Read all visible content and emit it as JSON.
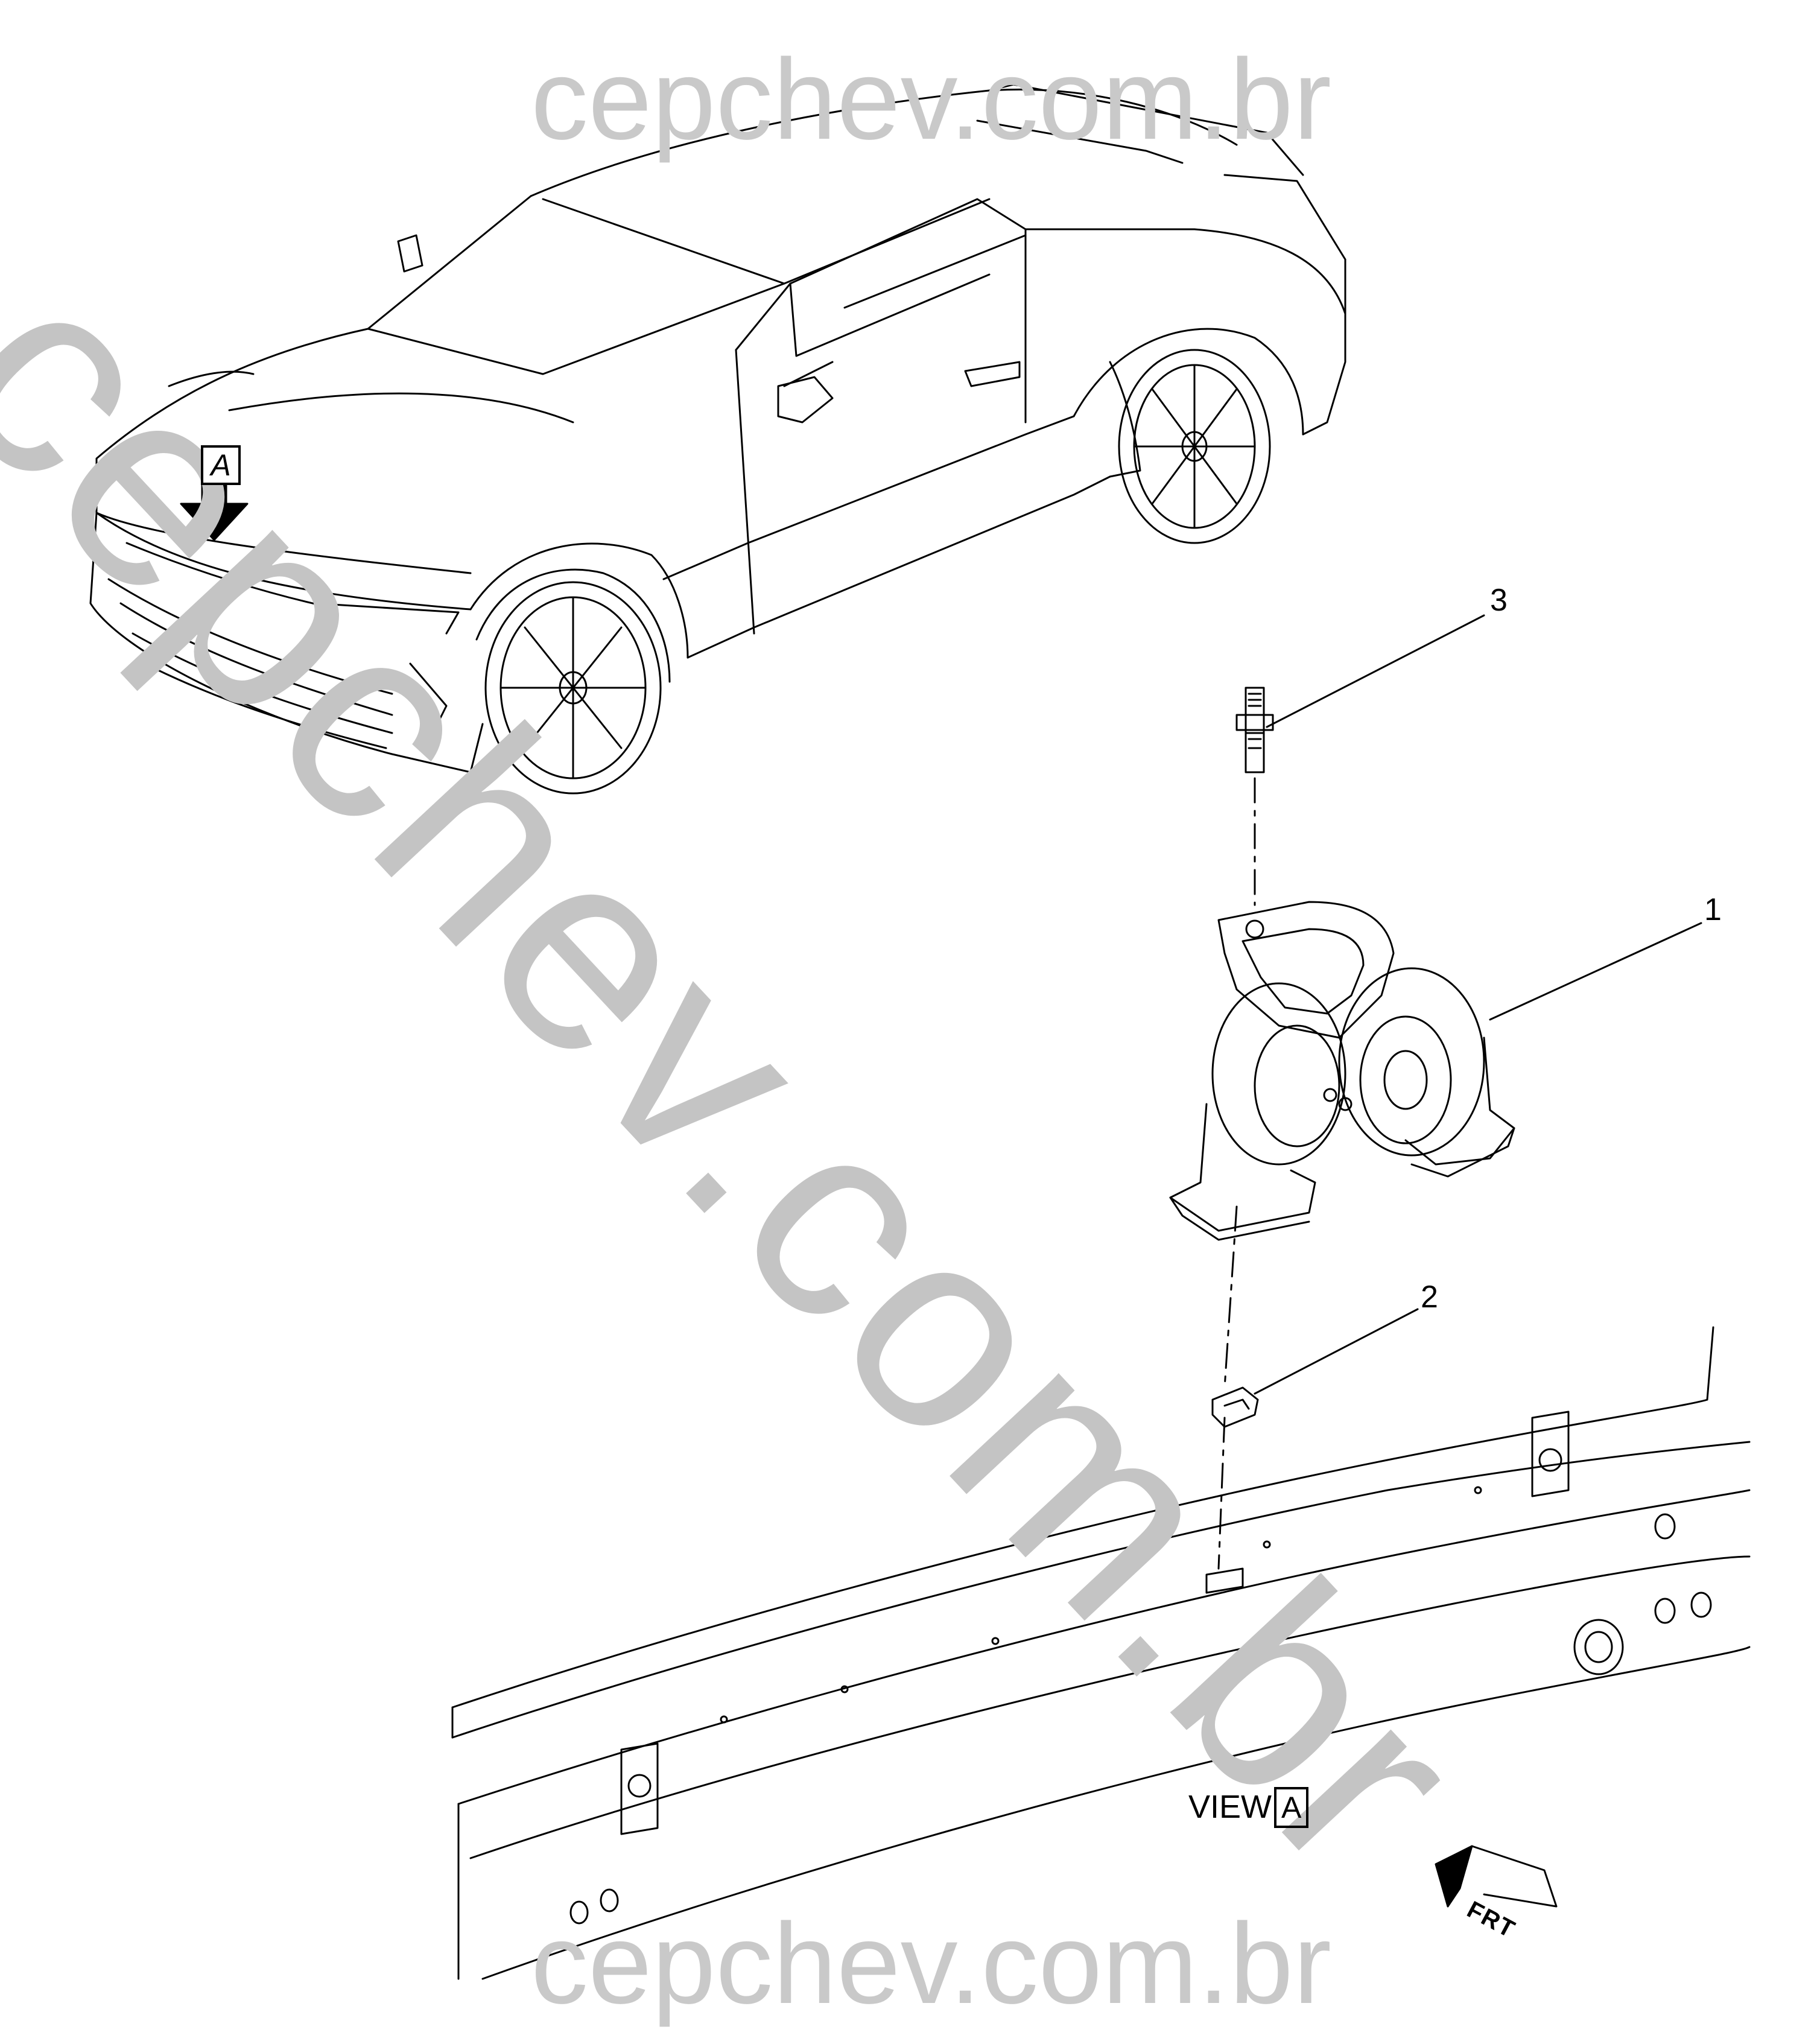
{
  "watermark": {
    "top": "cepchev.com.br",
    "diagonal": "cepchev.com.br",
    "bottom": "cepchev.com.br"
  },
  "callouts": {
    "one": "1",
    "two": "2",
    "three": "3"
  },
  "view": {
    "label": "VIEW",
    "letter": "A"
  },
  "marker": {
    "letter": "A"
  },
  "front_indicator": "FRT",
  "icons": [
    "arrow-down-icon",
    "front-arrow-icon"
  ],
  "colors": {
    "line": "#000000",
    "watermark": "#c8c8c8",
    "background": "#ffffff"
  }
}
